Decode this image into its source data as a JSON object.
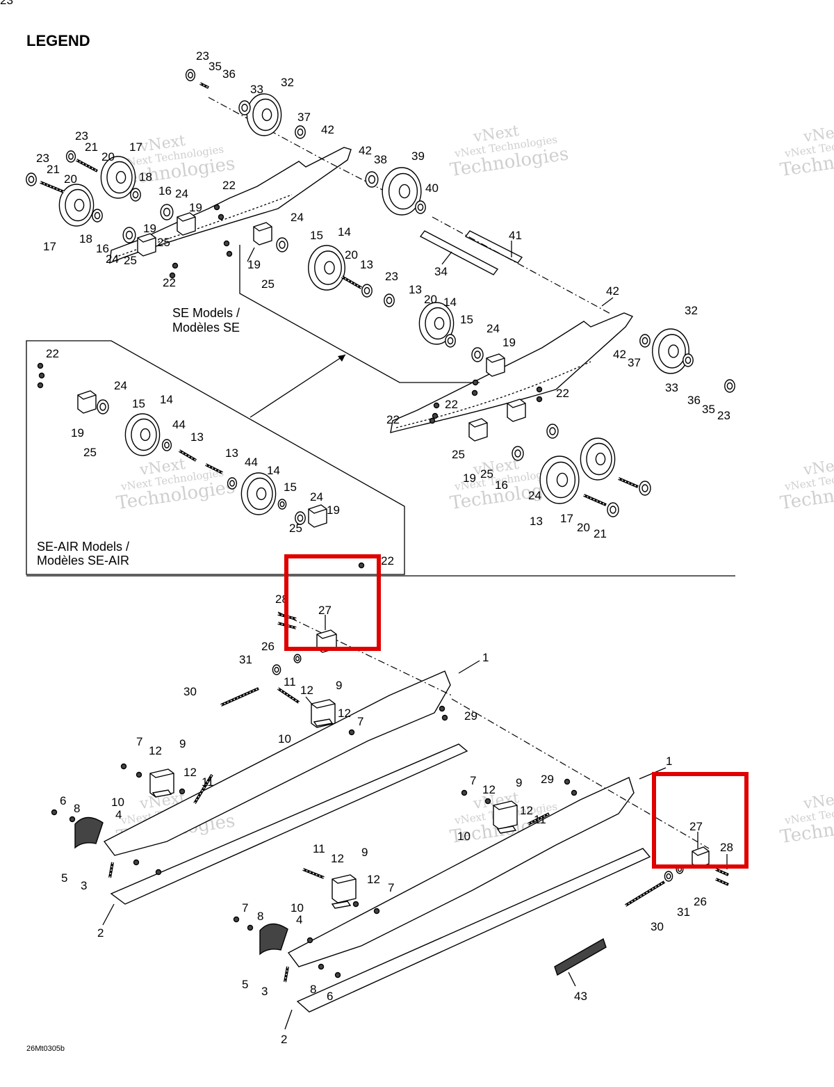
{
  "heading": "LEGEND",
  "figure_code": "26Mt0305b",
  "captions": {
    "se_line1": "SE Models /",
    "se_line2": "Modèles SE",
    "seair_line1": "SE-AIR Models /",
    "seair_line2": "Modèles SE-AIR"
  },
  "watermark": {
    "line1": "vNext",
    "line2": "vNext Technologies",
    "line3": "Technologies"
  },
  "highlight_color": "#e00000",
  "callouts_top": [
    "23",
    "35",
    "36",
    "33",
    "32",
    "37",
    "42",
    "42",
    "38",
    "39",
    "40",
    "23",
    "21",
    "20",
    "17",
    "18",
    "16",
    "24",
    "19",
    "22",
    "23",
    "21",
    "20",
    "17",
    "18",
    "16",
    "24",
    "25",
    "19",
    "22",
    "25",
    "24",
    "15",
    "14",
    "20",
    "13",
    "19",
    "25",
    "23",
    "13",
    "20",
    "14",
    "15",
    "24",
    "19",
    "41",
    "34",
    "42",
    "32",
    "42",
    "37",
    "33",
    "36",
    "35",
    "23",
    "22",
    "22",
    "22",
    "25",
    "19",
    "25",
    "16",
    "24",
    "13",
    "17",
    "20",
    "21",
    "23"
  ],
  "callouts_inset": [
    "22",
    "24",
    "15",
    "14",
    "44",
    "13",
    "19",
    "25",
    "13",
    "44",
    "14",
    "15",
    "24",
    "19",
    "25",
    "22"
  ],
  "callouts_bottom": [
    "28",
    "27",
    "26",
    "1",
    "31",
    "11",
    "12",
    "9",
    "30",
    "29",
    "12",
    "7",
    "10",
    "7",
    "12",
    "9",
    "12",
    "11",
    "10",
    "4",
    "6",
    "8",
    "5",
    "3",
    "2",
    "1",
    "29",
    "7",
    "12",
    "9",
    "12",
    "11",
    "10",
    "27",
    "28",
    "26",
    "11",
    "12",
    "9",
    "12",
    "7",
    "10",
    "4",
    "31",
    "30",
    "7",
    "8",
    "5",
    "3",
    "8",
    "6",
    "2",
    "43"
  ]
}
